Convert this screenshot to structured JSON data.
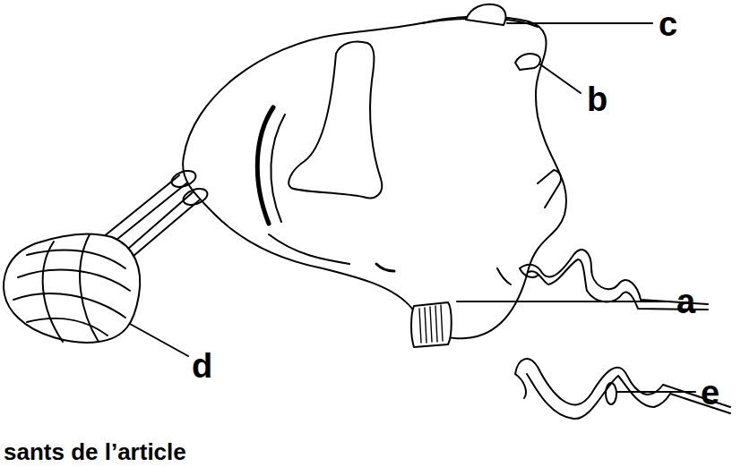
{
  "diagram": {
    "labels": [
      "c",
      "b",
      "a",
      "d",
      "e",
      "sants de l’article"
    ]
  }
}
